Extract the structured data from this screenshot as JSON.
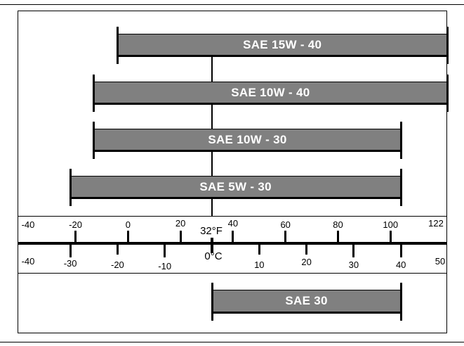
{
  "chart_data": {
    "type": "range-bar",
    "title": "",
    "unit_primary": "°C",
    "unit_secondary": "°F",
    "xlim_c": [
      -40,
      50
    ],
    "bars": [
      {
        "label": "SAE 15W - 40",
        "min_c": -20,
        "max_c": 50
      },
      {
        "label": "SAE 10W - 40",
        "min_c": -25,
        "max_c": 50
      },
      {
        "label": "SAE 10W - 30",
        "min_c": -25,
        "max_c": 40
      },
      {
        "label": "SAE 5W - 30",
        "min_c": -30,
        "max_c": 40
      },
      {
        "label": "SAE 30",
        "min_c": 0,
        "max_c": 40
      }
    ],
    "fahrenheit_ticks": [
      "-40",
      "-20",
      "0",
      "20",
      "40",
      "60",
      "80",
      "100",
      "122"
    ],
    "celsius_ticks": [
      "-40",
      "-30",
      "-20",
      "-10",
      "10",
      "20",
      "30",
      "40",
      "50"
    ],
    "reference_f": "32°F",
    "reference_c": "0°C"
  }
}
